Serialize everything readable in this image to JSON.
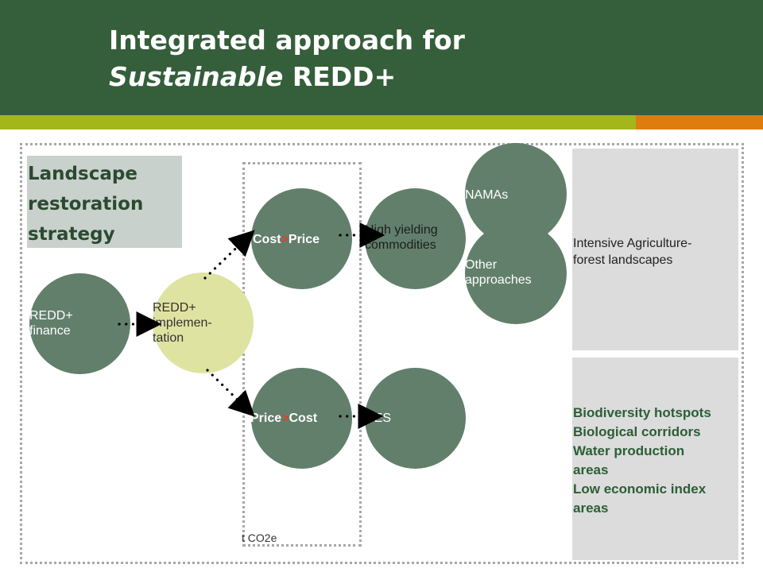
{
  "title": {
    "line1": "Integrated approach for",
    "line2_italic": "Sustainable",
    "line2_rest": " REDD+"
  },
  "strategy": {
    "text": "Landscape restoration strategy"
  },
  "nodes": {
    "redd_finance": "REDD+\nfinance",
    "redd_implementation": "REDD+\nimplemen-\ntation",
    "cost_price": {
      "a": "Cost",
      "op": ">",
      "b": "Price"
    },
    "price_cost": {
      "a": "Price",
      "op": ">",
      "b": "Cost"
    },
    "high_yielding": "High yielding\ncommodities",
    "pes": "PES",
    "namas": "NAMAs",
    "other": "Other\napproaches"
  },
  "boxes": {
    "intensive": "Intensive Agriculture-\nforest landscapes",
    "biodiversity": [
      "Biodiversity hotspots",
      "Biological corridors",
      "Water production\nareas",
      "Low economic index\nareas"
    ]
  },
  "axis_note": "t CO2e",
  "colors": {
    "header": "#355e3b",
    "accent_green": "#a3b71b",
    "accent_orange": "#e07b10",
    "node": "#627f6b",
    "highlight_node": "#dfe3a1"
  }
}
